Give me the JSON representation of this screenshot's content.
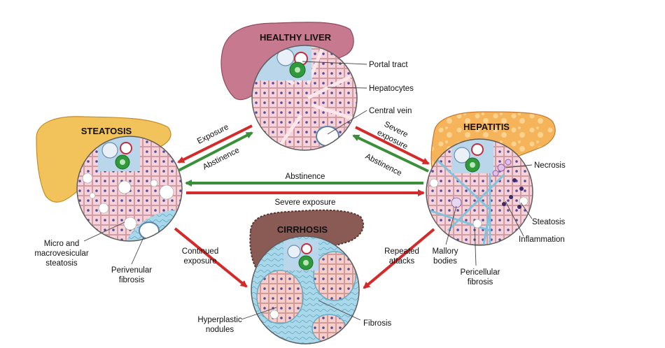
{
  "stages": {
    "healthy": "HEALTHY LIVER",
    "steatosis": "STEATOSIS",
    "hepatitis": "HEPATITIS",
    "cirrhosis": "CIRRHOSIS"
  },
  "labels": {
    "portal_tract": "Portal tract",
    "hepatocytes": "Hepatocytes",
    "central_vein": "Central vein",
    "necrosis": "Necrosis",
    "steatosis_small": "Steatosis",
    "inflammation": "Inflammation",
    "mallory_1": "Mallory",
    "mallory_2": "bodies",
    "pericellular_1": "Pericellular",
    "pericellular_2": "fibrosis",
    "micro_1": "Micro and",
    "micro_2": "macrovesicular",
    "micro_3": "steatosis",
    "perivenular_1": "Perivenular",
    "perivenular_2": "fibrosis",
    "hyperplastic_1": "Hyperplastic",
    "hyperplastic_2": "nodules",
    "fibrosis": "Fibrosis"
  },
  "arrows": {
    "exposure": "Exposure",
    "abstinence_left": "Abstinence",
    "severe_1": "Severe",
    "severe_2": "exposure",
    "abstinence_right": "Abstinence",
    "abstinence_mid": "Abstinence",
    "severe_exposure_mid": "Severe exposure",
    "continued_1": "Continued",
    "continued_2": "exposure",
    "repeated_1": "Repeated",
    "repeated_2": "attacks"
  },
  "colors": {
    "healthy_liver": "#c7798f",
    "steatosis_liver": "#f2c35a",
    "hepatitis_liver": "#f3a45a",
    "cirrhosis_liver": "#8a5a55",
    "red_arrow": "#d42a2a",
    "green_arrow": "#3a8f3a",
    "tissue_pink": "#f3c9cf",
    "fibrosis_blue": "#7fc3dd"
  }
}
